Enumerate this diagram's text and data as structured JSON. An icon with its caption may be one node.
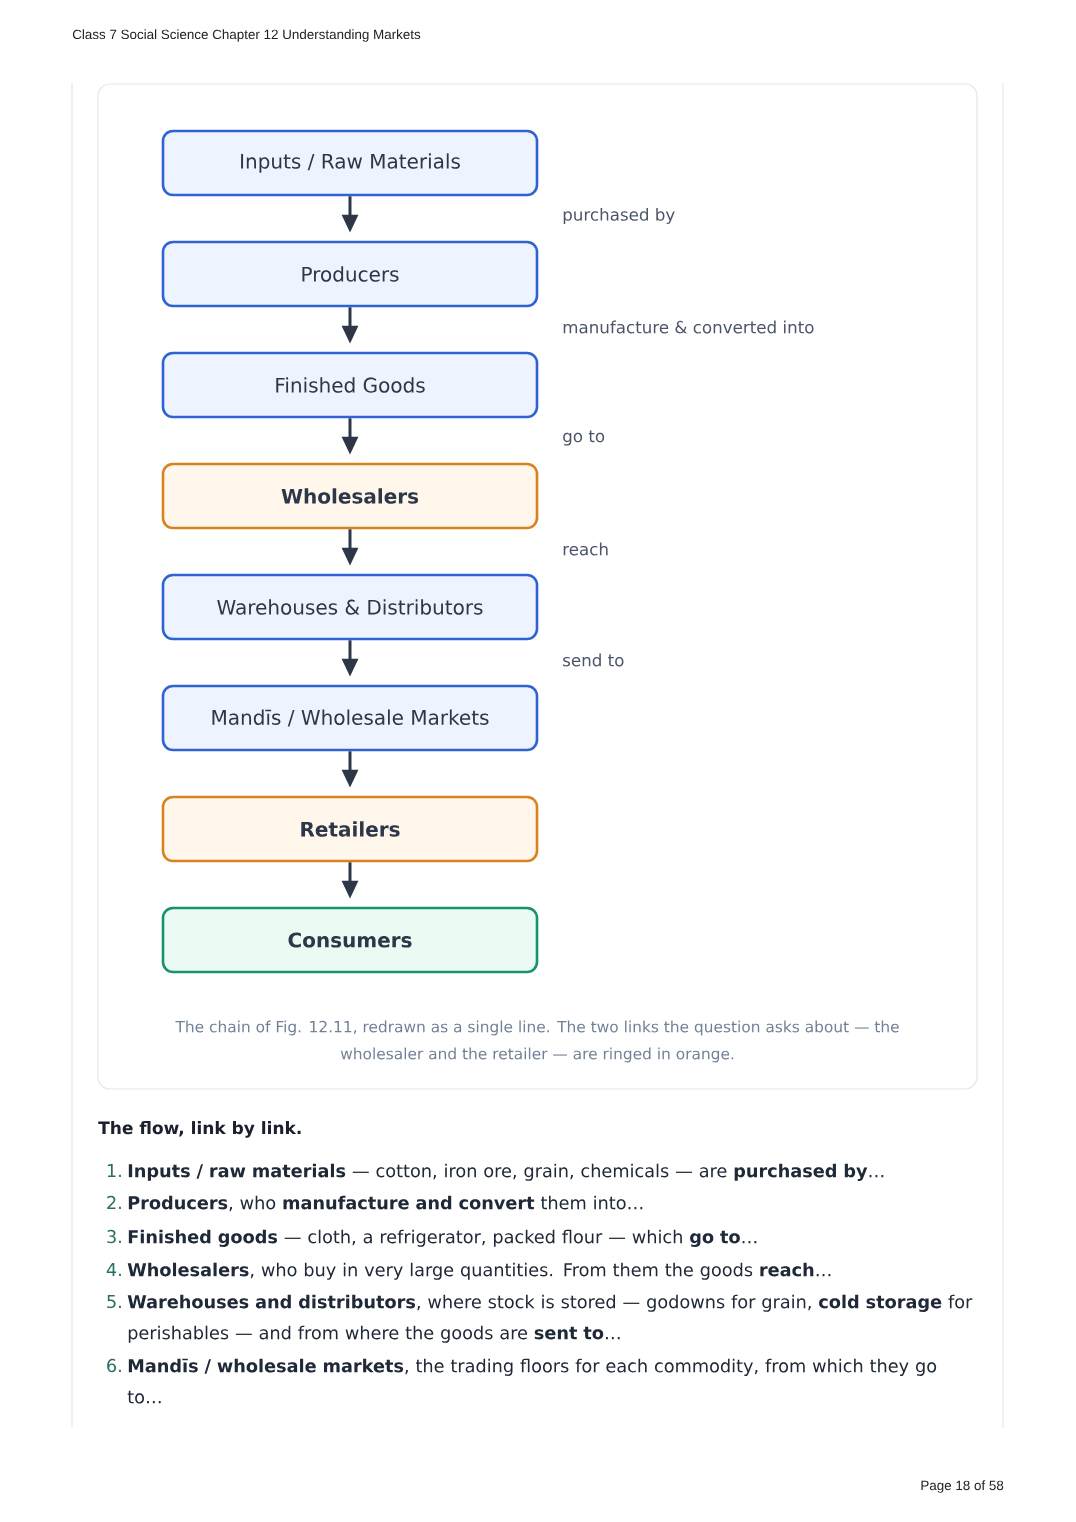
{
  "diagram": {
    "nodes": [
      {
        "text": [
          "Inputs / Raw Materials"
        ]
      },
      {
        "text": [
          "Producers"
        ]
      },
      {
        "text": [
          "Finished Goods"
        ]
      },
      {
        "text": [
          "Wholesalers"
        ]
      },
      {
        "text": [
          "Warehouses & Distributors"
        ]
      },
      {
        "text": [
          "Mandīs / Wholesale Markets"
        ]
      },
      {
        "text": [
          "Retailers"
        ]
      },
      {
        "text": [
          "Consumers"
        ]
      }
    ],
    "edges": [
      {
        "from": 0,
        "to": 1,
        "arrow": "to"
      },
      {
        "from": 1,
        "to": 2,
        "arrow": "to"
      },
      {
        "from": 2,
        "to": 3,
        "arrow": "to"
      },
      {
        "from": 3,
        "to": 4,
        "arrow": "to"
      },
      {
        "from": 4,
        "to": 5,
        "arrow": "to"
      },
      {
        "from": 5,
        "to": 6,
        "arrow": "to"
      },
      {
        "from": 6,
        "to": 7,
        "arrow": "to"
      }
    ],
    "caption": "The chain of Fig. 12.11, redrawn as a single line. The two links the question asks about — the wholesaler and the retailer — are ringed in orange.",
    "labels": [
      "Class 7 Social Science Chapter 12 Understanding Markets",
      "purchased by",
      "manufacture & converted into",
      "go to",
      "reach",
      "send to",
      "The flow, link by link.",
      "1.",
      "**Inputs / raw materials** — cotton, iron ore, grain, chemicals — are **purchased by**…",
      "2.",
      "**Producers**, who **manufacture and convert** them into…",
      "3.",
      "**Finished goods** — cloth, a refrigerator, packed flour — which **go to**…",
      "4.",
      "**Wholesalers**, who buy in very large quantities. From them the goods **reach**…",
      "5.",
      "**Warehouses and distributors**, where stock is stored — godowns for grain, **cold storage** for perishables — and from where the goods are **sent to**…",
      "6.",
      "**Mandīs / wholesale markets**, the trading floors for each commodity, from which they go to…",
      "Page 18 of 58"
    ]
  }
}
